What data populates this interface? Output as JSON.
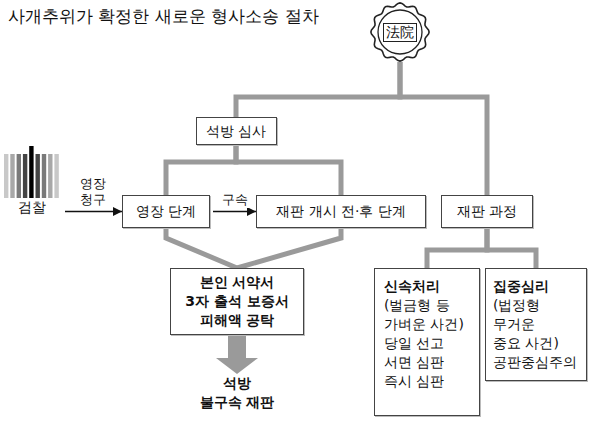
{
  "diagram": {
    "title": "사개추위가 확정한 새로운 형사소송 절차",
    "nodes": [
      {
        "text": [
          "法院"
        ]
      },
      {
        "text": [
          "석방 심사"
        ]
      },
      {
        "text": [
          "검찰"
        ]
      },
      {
        "text": [
          "영장 단계"
        ]
      },
      {
        "text": [
          "재판 개시 전·후 단계"
        ]
      },
      {
        "text": [
          "재판 과정"
        ]
      },
      {
        "text": [
          "본인 서약서",
          "3자 출석 보증서",
          "피해액 공탁"
        ]
      },
      {
        "text": [
          "신속처리",
          "(벌금형 등 가벼운 사건)",
          "당일 선고",
          "서면 심판",
          "즉시 심판"
        ]
      },
      {
        "text": [
          "집중심리",
          "(법정형 무거운 중요 사건)",
          "공판중심주의"
        ]
      },
      {
        "text": [
          "석방",
          "불구속 재판"
        ]
      }
    ],
    "edges": [
      {
        "from": 0,
        "to": 1,
        "arrow": "none"
      },
      {
        "from": 0,
        "to": 5,
        "arrow": "none"
      },
      {
        "from": 1,
        "to": 3,
        "arrow": "none"
      },
      {
        "from": 1,
        "to": 4,
        "arrow": "none"
      },
      {
        "from": 2,
        "to": 3,
        "label": "영장 청구",
        "arrow": "to"
      },
      {
        "from": 3,
        "to": 4,
        "label": "구속",
        "arrow": "to"
      },
      {
        "from": 3,
        "to": 6,
        "arrow": "none"
      },
      {
        "from": 4,
        "to": 6,
        "arrow": "none"
      },
      {
        "from": 6,
        "to": 9,
        "arrow": "to"
      },
      {
        "from": 5,
        "to": 7,
        "arrow": "none"
      },
      {
        "from": 5,
        "to": 8,
        "arrow": "none"
      }
    ]
  }
}
